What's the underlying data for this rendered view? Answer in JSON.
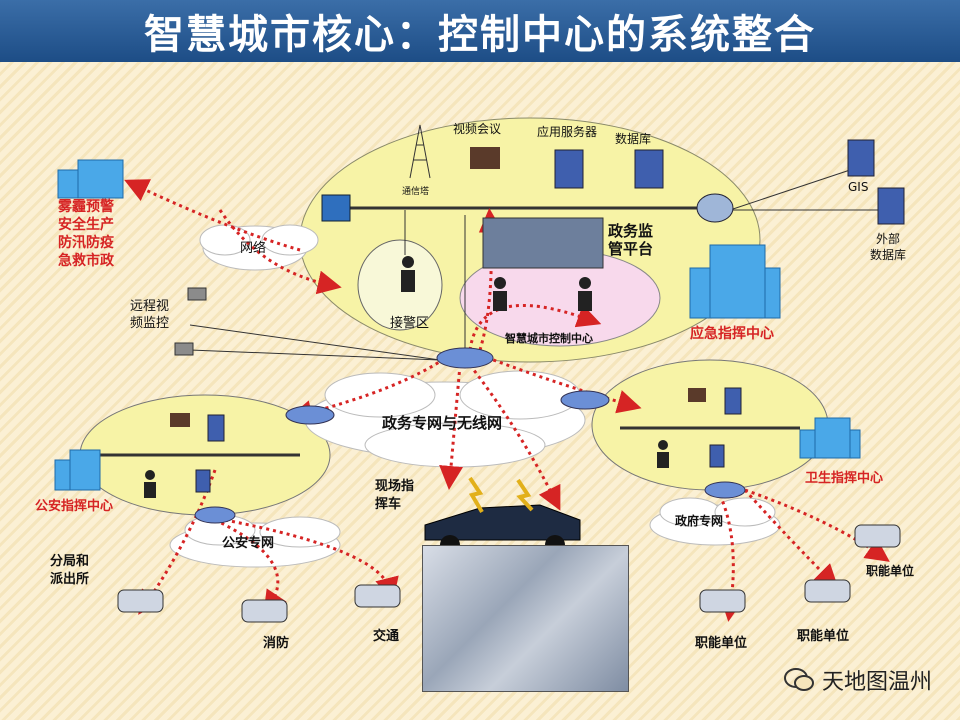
{
  "title": "智慧城市核心：控制中心的系统整合",
  "labels": {
    "video_conf": "视频会议",
    "app_server": "应用服务器",
    "database": "数据库",
    "tower": "通信塔",
    "gis": "GIS",
    "ext_db_1": "外部",
    "ext_db_2": "数据库",
    "gov_platform_1": "政务监",
    "gov_platform_2": "管平台",
    "network": "网络",
    "warning_1": "雾霾预警",
    "warning_2": "安全生产",
    "warning_3": "防汛防疫",
    "warning_4": "急救市政",
    "reception": "接警区",
    "control_center": "智慧城市控制中心",
    "emergency_center": "应急指挥中心",
    "remote_1": "远程视",
    "remote_2": "频监控",
    "gov_wireless": "政务专网与无线网",
    "police_center": "公安指挥中心",
    "health_center": "卫生指挥中心",
    "police_net": "公安专网",
    "gov_net": "政府专网",
    "field_1": "现场指",
    "field_2": "挥车",
    "branch_1": "分局和",
    "branch_2": "派出所",
    "fire": "消防",
    "traffic": "交通",
    "func_unit_a": "职能单位",
    "func_unit_b": "职能单位",
    "func_unit_c": "职能单位"
  },
  "watermark": "天地图温州",
  "colors": {
    "title_bg": "#1d4d86",
    "accent_red": "#d62424",
    "ellipse_fill": "#f7f3a6",
    "pink_fill": "#f8d9ec"
  }
}
